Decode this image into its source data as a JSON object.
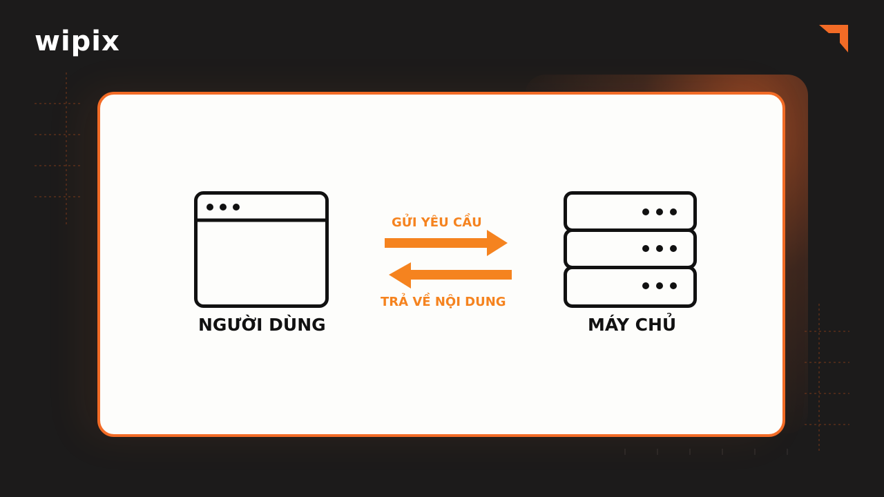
{
  "brand": {
    "logo_text": "wipix",
    "accent_color": "#f26b26"
  },
  "diagram": {
    "client": {
      "label": "NGƯỜI DÙNG",
      "icon": "browser-window-icon"
    },
    "server": {
      "label": "MÁY CHỦ",
      "icon": "server-stack-icon"
    },
    "request": {
      "label": "GỬI YÊU CẦU",
      "direction": "client-to-server"
    },
    "response": {
      "label": "TRẢ VỀ NỘI DUNG",
      "direction": "server-to-client"
    }
  },
  "colors": {
    "background": "#1c1b1b",
    "card": "#fdfdfb",
    "arrow": "#f5831f",
    "icon_stroke": "#111111"
  }
}
